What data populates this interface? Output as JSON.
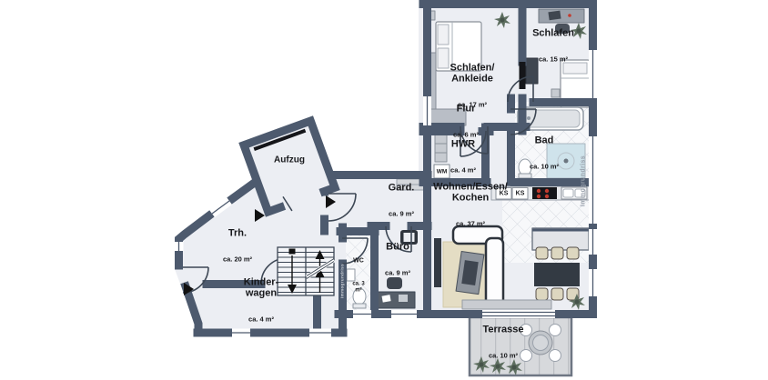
{
  "watermark": "Immogrundriss",
  "rooms": {
    "schlafen_ankleide": {
      "name": "Schlafen/\nAnkleide",
      "area": "ca. 17 m²"
    },
    "schlafen": {
      "name": "Schlafen",
      "area": "ca. 15 m²"
    },
    "flur": {
      "name": "Flur",
      "area": "ca. 6 m²"
    },
    "bad": {
      "name": "Bad",
      "area": "ca. 10 m²"
    },
    "hwr": {
      "name": "HWR",
      "area": "ca. 4 m²"
    },
    "wohnen": {
      "name": "Wohnen/Essen/\nKochen",
      "area": "ca. 37 m²"
    },
    "gard": {
      "name": "Gard.",
      "area": "ca. 9 m²"
    },
    "buero": {
      "name": "Büro",
      "area": "ca. 9 m²"
    },
    "wc": {
      "name": "WC",
      "area": "ca. 3\nm²"
    },
    "aufzug": {
      "name": "Aufzug"
    },
    "trh": {
      "name": "Trh.",
      "area": "ca. 20 m²"
    },
    "kinderwagen": {
      "name": "Kinder-\nwagen",
      "area": "ca. 4 m²"
    },
    "terrasse": {
      "name": "Terrasse",
      "area": "ca. 10 m²"
    }
  },
  "appliances": {
    "wm": "WM",
    "ks1": "KS",
    "ks2": "KS"
  },
  "colors": {
    "wall": "#4d5a6e",
    "floor": "#eceef3",
    "tile_line": "#d9dde3",
    "deck": "#d7d9dc",
    "rug": "#e4ddc4",
    "chair_cream": "#ddd7c0",
    "stove_burner": "#c23b2e",
    "shower_blue": "#cfe3eb",
    "plant_green": "#5d6e5f",
    "watermark_gray": "#98a0ab"
  }
}
